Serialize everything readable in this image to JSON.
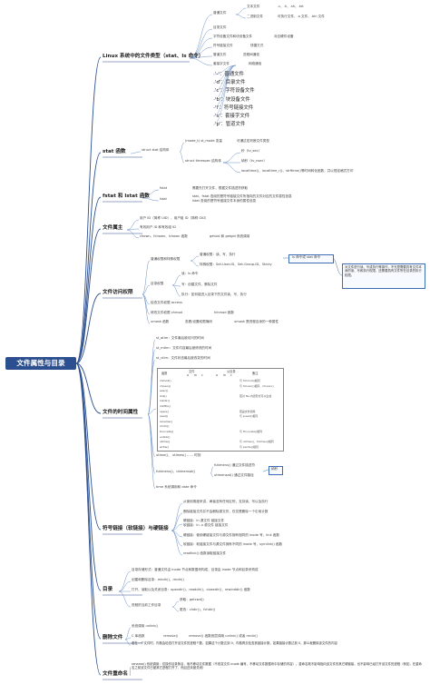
{
  "root": "文件属性与目录",
  "b1": {
    "title": "Linux 系统中的文件类型（stat、ls 命令）",
    "regular": "普通文件",
    "text_file": "文本文件",
    "text_file_ext": ".c、.h、.sh、.txt",
    "binary_file": "二进制文件",
    "binary_file_ext": "可执行文件、.o 文件、.bin 文件",
    "dir": "目录文件",
    "char_dev": "字符设备文件和块设备文件",
    "char_dev_note": "对应硬件设备",
    "symlink": "符号链接文件",
    "symlink_note": "快捷方式",
    "pipe": "管道文件",
    "pipe_note": "进程间通信",
    "socket": "套接字文件",
    "socket_note": "网络通信",
    "types": [
      "'-'：普通文件",
      "'d'：目录文件",
      "'c'：字符设备文件",
      "'b'：块设备文件",
      "'l'：符号链接文件",
      "'s'：套接字文件",
      "'p'：管道文件"
    ]
  },
  "b2": {
    "title": "stat 函数",
    "struct": "struct stat 结构体",
    "mode": "(mode_t) st_mode 变量",
    "mode_note": "可通过宏判断文件类型",
    "timespec": "struct timespec 结构体",
    "sec": "秒（tv_sec）",
    "nsec": "纳秒（tv_nsec）",
    "time_funcs": "localtime()、localtime_r()、strftime()等时间转化函数，并以规定格式打印"
  },
  "b3": {
    "title": "fstat 和 lstat 函数",
    "fstat": "fstat",
    "fstat_note": "需要先打开文件，根据文件描述符获取",
    "lstat": "lstat",
    "lstat_note1": "stat、fstat 查阅的是符号链接文件所指向的文件对应的文件属性信息",
    "lstat_note2": "lstat 查阅的是符号链接文件本身的属性信息"
  },
  "b4": {
    "title": "文件属主",
    "uid": "用户 ID（简称 UID）、用户组 ID（简称 GID）",
    "pid": "有效用户 ID 和有效组 ID",
    "chown": "chown、fchown、lchown 函数",
    "chown_note": "getuid 和 getgid 系统调用"
  },
  "b5": {
    "title": "文件访问权限",
    "common_perm": "普通权限和特殊权限",
    "normal": "普通权限：读、写、执行",
    "special": "特殊权限：Set-User-ID、Set-Group-ID、Sticky",
    "stmode": "Is 命令或 stat 命令",
    "summary": "对文件进行读、写或执行等操作，不光是需要具有文件本身的读、写和执行权限，还需要具有文件所在目录的执行权限。",
    "dir_perm": "目录权限",
    "read": "读：ls 命令",
    "write": "写：创建文件、删除文件",
    "exec": "执行：如何能进入目录下的文件读、写、执行",
    "check": "检查文件权限 access",
    "chmod": "修改文件权限 chmod",
    "chmod_note": "fchmod 函数",
    "umask": "umask 函数",
    "umask_note": "查看/设置权限掩码",
    "umask_note2": "umask 是进程自身的一种属性"
  },
  "b6": {
    "title": "文件的时间属性",
    "atim": "st_atim：文件最后被访问的时间",
    "mtim": "st_mtim：文件内容最后被修改的时间",
    "ctim": "st_ctim：文件状态最后被改变的时间",
    "tbl_h1": "函数",
    "tbl_h2": "文件",
    "tbl_h3": "父目录",
    "tbl_h4": "备注",
    "tbl_sub": [
      "a",
      "m",
      "c",
      "a",
      "m",
      "c"
    ],
    "funcs": [
      "chmod()",
      "chown()",
      "exec()",
      "link()",
      "mkdir()",
      "mkfifo()",
      "open()",
      "read()",
      "rename()",
      "rmdir()",
      "truncate()",
      "unlink()",
      "utime()",
      "write()"
    ],
    "notes": [
      "与 fchmod()相同",
      "与 fchown()相同、lchown()",
      "",
      "若对 file 内置形式可以生成",
      "",
      "",
      "若是文件调用",
      "与 pread()相同",
      "",
      "",
      "与 ftruncate()相同",
      "",
      "与 utimes()、futimes()相同",
      "与 pwrite()相同"
    ],
    "utime": "utime()、 utimes() ...... 时刻",
    "utime_label": "utime()函数",
    "futimens": "futimens()、utimensat()",
    "futimens_1": "futimens() 通过文件描述符",
    "futimens_2": "utimensat() 通过文件路径",
    "ns": "纳秒",
    "time_cmd": "time 系统调用和 date 命令"
  },
  "b7": {
    "title": "符号链接（软链接）与硬链接",
    "l1": "从使用角度来讲，两者没有任何区别，支持读、写以及执行",
    "l2": "删除链接文件并不会删除源文件，仅仅是删除一个引用计数",
    "l3a": "硬链接：ln 源文件 链接文件",
    "l3b": "软链接：ln -s 源文件 链接文件",
    "l4": "硬链接：使用硬链接文件与源文件拥有相同的 inode 号，link 函数",
    "l5": "软链接：软链接文件与源文件拥有不同的 inode 号，symlink() 函数",
    "l6": "readlink() 函数读取链接文件"
  },
  "b8": {
    "title": "目录",
    "d1": "目录存储形式：普通文件由 inode 节点和数据块构成，目录由 inode 节点和目录块构成",
    "d2": "创建和删除目录：mkdir()、rmdir()",
    "d3": "打开、读取以及关闭目录：opendir()、readdir()、closedir()、rewinddir() 函数",
    "d4": "进程的当前工作目录",
    "d4a": "获取：getcwd()",
    "d4b": "更改：chdir()、fchdir()"
  },
  "b9": {
    "title": "删除文件",
    "r1": "系统调用 unlink()",
    "r2": "C 库函数",
    "r2a": "remove()",
    "r2b": "remove() 函数底层调用 unlink() 或者 rmdir()",
    "r3": "若在一个文件时，内核会检查打开该文件的进程个数，如果这个计数达到 0，内核再去检查其链接计数，如果链接计数达到 0，那么就删除该文件的内容"
  },
  "b10": {
    "title": "文件重命名",
    "n1": "rename() 系统调用：仅操作目录条目，而不移动文件数据（不改变文件 inode 编号、不移动文件数据块中存储的内容），重命名既不影响指向该文件的其它硬链接，也不影响已经打开该文件的进程（例如，在重命名之前该文件已被其它进程打开了，而且还未被关闭）"
  }
}
